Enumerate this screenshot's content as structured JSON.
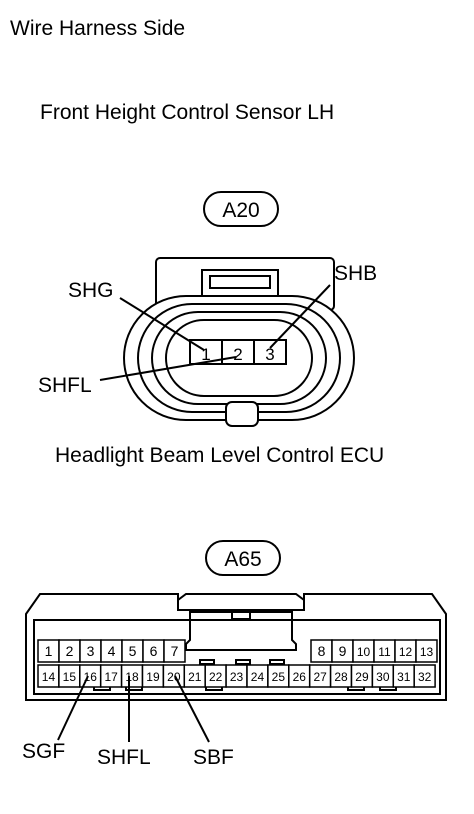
{
  "header": {
    "title": "Wire Harness Side"
  },
  "connector_a20": {
    "title": "Front Height Control Sensor LH",
    "code": "A20",
    "pins": [
      "1",
      "2",
      "3"
    ],
    "labels": {
      "shg": "SHG",
      "shb": "SHB",
      "shfl": "SHFL"
    }
  },
  "connector_a65": {
    "title": "Headlight Beam Level Control ECU",
    "code": "A65",
    "row1_left": [
      "1",
      "2",
      "3",
      "4",
      "5",
      "6",
      "7"
    ],
    "row1_right": [
      "8",
      "9",
      "10",
      "11",
      "12",
      "13"
    ],
    "row2": [
      "14",
      "15",
      "16",
      "17",
      "18",
      "19",
      "20",
      "21",
      "22",
      "23",
      "24",
      "25",
      "26",
      "27",
      "28",
      "29",
      "30",
      "31",
      "32"
    ],
    "labels": {
      "sgf": "SGF",
      "shfl": "SHFL",
      "sbf": "SBF"
    }
  }
}
